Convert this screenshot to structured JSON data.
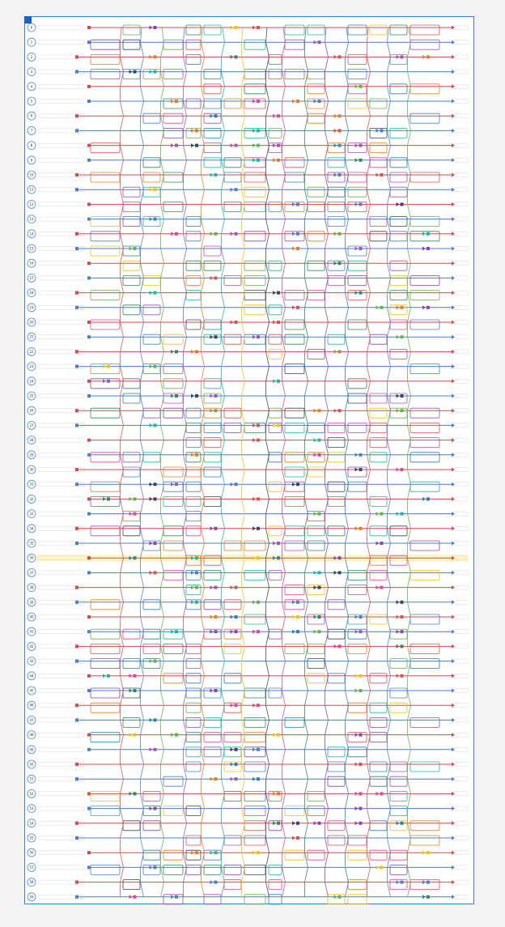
{
  "diagram": {
    "row_labels": [
      "0",
      "1",
      "2",
      "3",
      "4",
      "5",
      "6",
      "7",
      "8",
      "9",
      "10",
      "11",
      "12",
      "13",
      "14",
      "15",
      "16",
      "17",
      "18",
      "19",
      "20",
      "21",
      "22",
      "23",
      "24",
      "25",
      "26",
      "27",
      "28",
      "29",
      "30",
      "31",
      "32",
      "33",
      "34",
      "35",
      "36",
      "37",
      "38",
      "39",
      "40",
      "41",
      "42",
      "43",
      "44",
      "45",
      "46",
      "47",
      "48",
      "49",
      "50",
      "51",
      "52",
      "53",
      "54",
      "55",
      "56",
      "57",
      "58",
      "59"
    ],
    "highlighted_row": 36,
    "colors": {
      "frame": "#3b7bd4",
      "rail_red": "#d94a4a",
      "rail_blue": "#4a7fd4",
      "highlight": "#fff3b0",
      "palette": [
        "#e05050",
        "#4a7fd4",
        "#6ab04c",
        "#9b59b6",
        "#e67e22",
        "#1abc9c",
        "#f1c40f",
        "#34495e",
        "#e84393",
        "#2e8b57",
        "#8e44ad",
        "#2980b9"
      ]
    },
    "icons": [
      "frame-corner-icon",
      "row-badge-icon",
      "arrow-right-icon",
      "arrow-left-icon",
      "square-node-icon"
    ]
  }
}
